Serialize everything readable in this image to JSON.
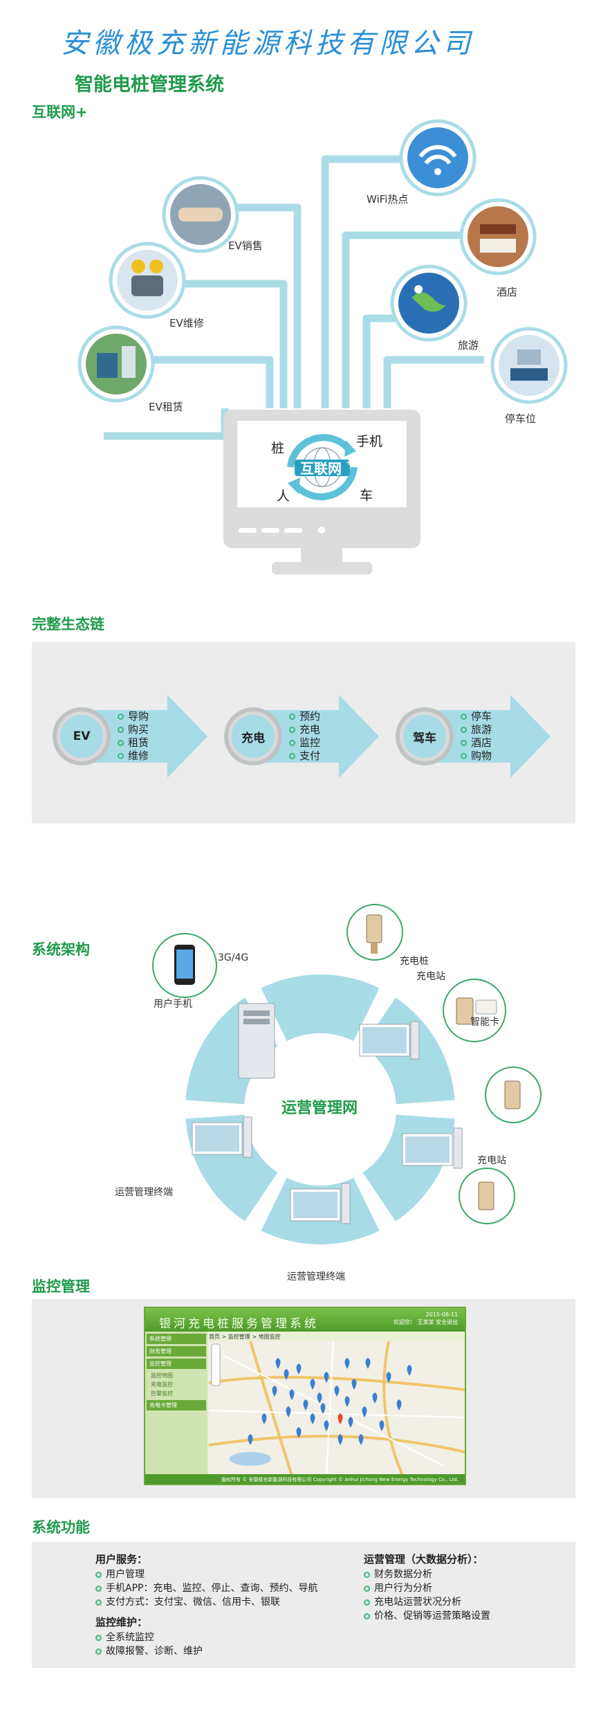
{
  "header": {
    "company": "安徽极充新能源科技有限公司",
    "system": "智能电桩管理系统"
  },
  "sections": {
    "internet": "互联网+",
    "ecosystem": "完整生态链",
    "architecture": "系统架构",
    "monitoring": "监控管理",
    "functions": "系统功能"
  },
  "hub": {
    "left": [
      "EV销售",
      "EV维修",
      "EV租赁"
    ],
    "right": [
      "WiFi热点",
      "酒店",
      "旅游",
      "停车位"
    ],
    "center": {
      "top_left": "桩",
      "top_right": "手机",
      "bottom_left": "人",
      "bottom_right": "车",
      "brand": "互联网",
      "plus": "+"
    }
  },
  "ecosystem": [
    {
      "title": "EV",
      "items": [
        "导购",
        "购买",
        "租赁",
        "维修"
      ]
    },
    {
      "title": "充电",
      "items": [
        "预约",
        "充电",
        "监控",
        "支付"
      ]
    },
    {
      "title": "驾车",
      "items": [
        "停车",
        "旅游",
        "酒店",
        "购物"
      ]
    }
  ],
  "architecture": {
    "center": "运营管理网",
    "labels": {
      "network": "3G/4G",
      "phone": "用户手机",
      "pile": "充电桩",
      "station_top": "充电站",
      "card": "智能卡",
      "station_right": "充电站",
      "terminal_left": "运营管理终端",
      "terminal_bottom": "运营管理终端"
    }
  },
  "monitor": {
    "title": "银河充电桩服务管理系统",
    "header_info": [
      "2015-08-11",
      "欢迎您！ 王某某   安全退出"
    ],
    "menu": [
      "系统管理",
      "财务管理",
      "监控管理",
      "监控地图",
      "充电监控",
      "告警监控",
      "充电卡管理"
    ],
    "breadcrumb": "首页 > 监控管理 > 地图监控",
    "footer": "版权所有 © 安徽极充新能源科技有限公司  Copyright © Anhui Jichong New Energy Technology Co., Ltd."
  },
  "functions": {
    "user_service": {
      "title": "用户服务：",
      "items": [
        "用户管理",
        "手机APP：充电、监控、停止、查询、预约、导航",
        "支付方式：支付宝、微信、信用卡、银联"
      ]
    },
    "maintenance": {
      "title": "监控维护：",
      "items": [
        "全系统监控",
        "故障报警、诊断、维护"
      ]
    },
    "operation": {
      "title": "运营管理（大数据分析）：",
      "items": [
        "财务数据分析",
        "用户行为分析",
        "充电站运营状况分析",
        "价格、促销等运营策略设置"
      ]
    }
  },
  "colors": {
    "accent_green": "#1f9a4a",
    "company_blue": "#2a8fd6",
    "light_blue": "#a7dbe6",
    "panel_gray": "#ececec"
  }
}
